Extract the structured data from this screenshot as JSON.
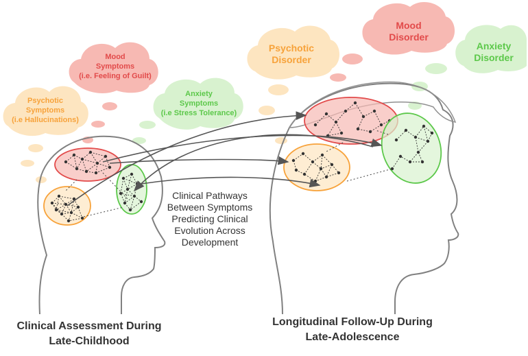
{
  "colors": {
    "orange": "#f7a23a",
    "red": "#e24a4a",
    "green": "#5cc84a",
    "orange_fill": "#fde5c0",
    "red_fill": "#f7b9b3",
    "green_fill": "#d8f2cf",
    "outline": "#7a7a7a"
  },
  "child_bubbles": {
    "psychotic": [
      "Psychotic",
      "Symptoms",
      "(i.e Hallucinations)"
    ],
    "mood": [
      "Mood",
      "Symptoms",
      "(i.e. Feeling of Guilt)"
    ],
    "anxiety": [
      "Anxiety",
      "Symptoms",
      "(i.e Stress Tolerance)"
    ]
  },
  "adolescent_bubbles": {
    "psychotic": [
      "Psychotic",
      "Disorder"
    ],
    "mood": [
      "Mood",
      "Disorder"
    ],
    "anxiety": [
      "Anxiety",
      "Disorder"
    ]
  },
  "center_text": [
    "Clinical Pathways",
    "Between Symptoms",
    "Predicting Clinical",
    "Evolution Across",
    "Development"
  ],
  "captions": {
    "left": [
      "Clinical Assessment During",
      "Late-Childhood"
    ],
    "right": [
      "Longitudinal Follow-Up During",
      "Late-Adolescence"
    ]
  }
}
